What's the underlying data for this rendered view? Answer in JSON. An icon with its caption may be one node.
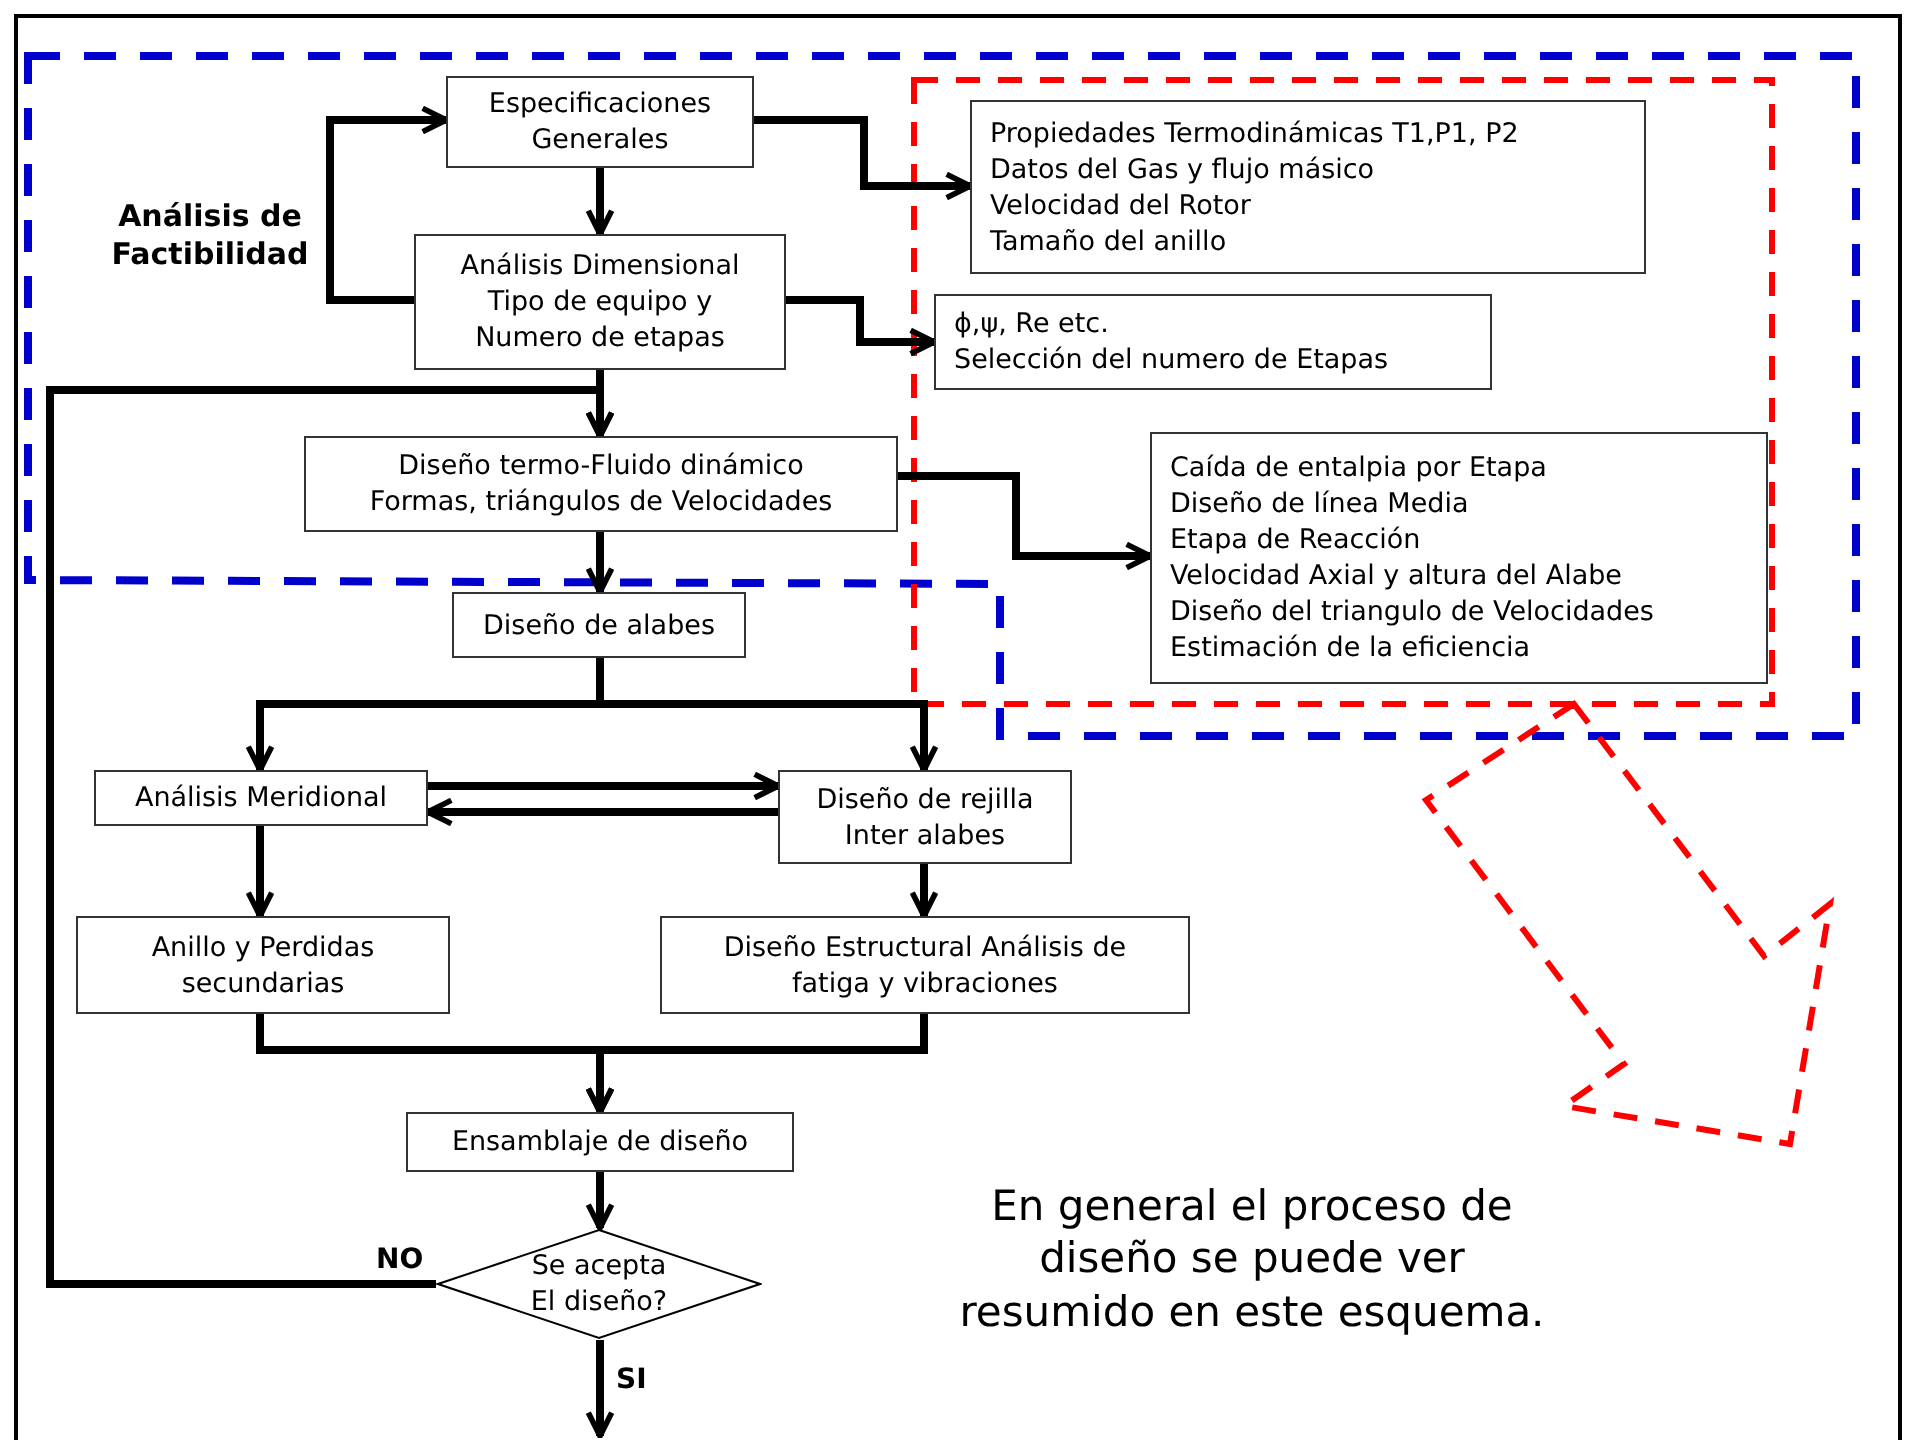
{
  "diagram": {
    "nodes": [
      {
        "text": [
          "Especificaciones Generales"
        ]
      },
      {
        "text": [
          "Análisis Dimensional Tipo de equipo y Numero de etapas"
        ]
      },
      {
        "text": [
          "Diseño termo-Fluido dinámico Formas, triángulos de Velocidades"
        ]
      },
      {
        "text": [
          "Propiedades Termodinámicas T1,P1, P2",
          "Datos del Gas y flujo másico",
          "Velocidad del Rotor",
          "Tamaño del anillo"
        ]
      },
      {
        "text": [
          "ϕ,ψ, Re etc.",
          "Selección del numero de Etapas"
        ]
      },
      {
        "text": [
          "Caída de entalpia por Etapa",
          "Diseño de línea Media",
          "Etapa de Reacción",
          "Velocidad Axial y altura del Alabe",
          "Diseño del triangulo de Velocidades",
          "Estimación de la eficiencia"
        ]
      },
      {
        "text": [
          "Diseño de alabes"
        ]
      },
      {
        "text": [
          "Análisis Meridional"
        ]
      },
      {
        "text": [
          "Diseño de rejilla Inter alabes"
        ]
      },
      {
        "text": [
          "Anillo y Perdidas secundarias"
        ]
      },
      {
        "text": [
          "Diseño Estructural Análisis de fatiga y vibraciones"
        ]
      },
      {
        "text": [
          "Ensamblaje de diseño"
        ]
      },
      {
        "text": [
          "Se acepta El diseño?"
        ]
      }
    ],
    "edges": [
      {
        "from": 1,
        "to": 0,
        "arrow": "to"
      },
      {
        "from": 0,
        "to": 1,
        "arrow": "to"
      },
      {
        "from": 0,
        "to": 3,
        "arrow": "to"
      },
      {
        "from": 1,
        "to": 4,
        "arrow": "to"
      },
      {
        "from": 1,
        "to": 2,
        "arrow": "to"
      },
      {
        "from": 2,
        "to": 5,
        "arrow": "to"
      },
      {
        "from": 2,
        "to": 6,
        "arrow": "to"
      },
      {
        "from": 6,
        "to": 7,
        "arrow": "to"
      },
      {
        "from": 6,
        "to": 8,
        "arrow": "to"
      },
      {
        "from": 7,
        "to": 8,
        "arrow": "to"
      },
      {
        "from": 8,
        "to": 7,
        "arrow": "to"
      },
      {
        "from": 7,
        "to": 9,
        "arrow": "to"
      },
      {
        "from": 8,
        "to": 10,
        "arrow": "to"
      },
      {
        "from": 9,
        "to": 11,
        "arrow": "to"
      },
      {
        "from": 10,
        "to": 11,
        "arrow": "to"
      },
      {
        "from": 11,
        "to": 12,
        "arrow": "to"
      },
      {
        "from": 12,
        "to": 2,
        "arrow": "to",
        "label": "NO"
      },
      {
        "from": 12,
        "to": null,
        "arrow": "to",
        "label": "SI"
      }
    ],
    "labels": [
      "Análisis de Factibilidad",
      "En general el proceso de diseño se puede ver resumido en este esquema."
    ]
  }
}
